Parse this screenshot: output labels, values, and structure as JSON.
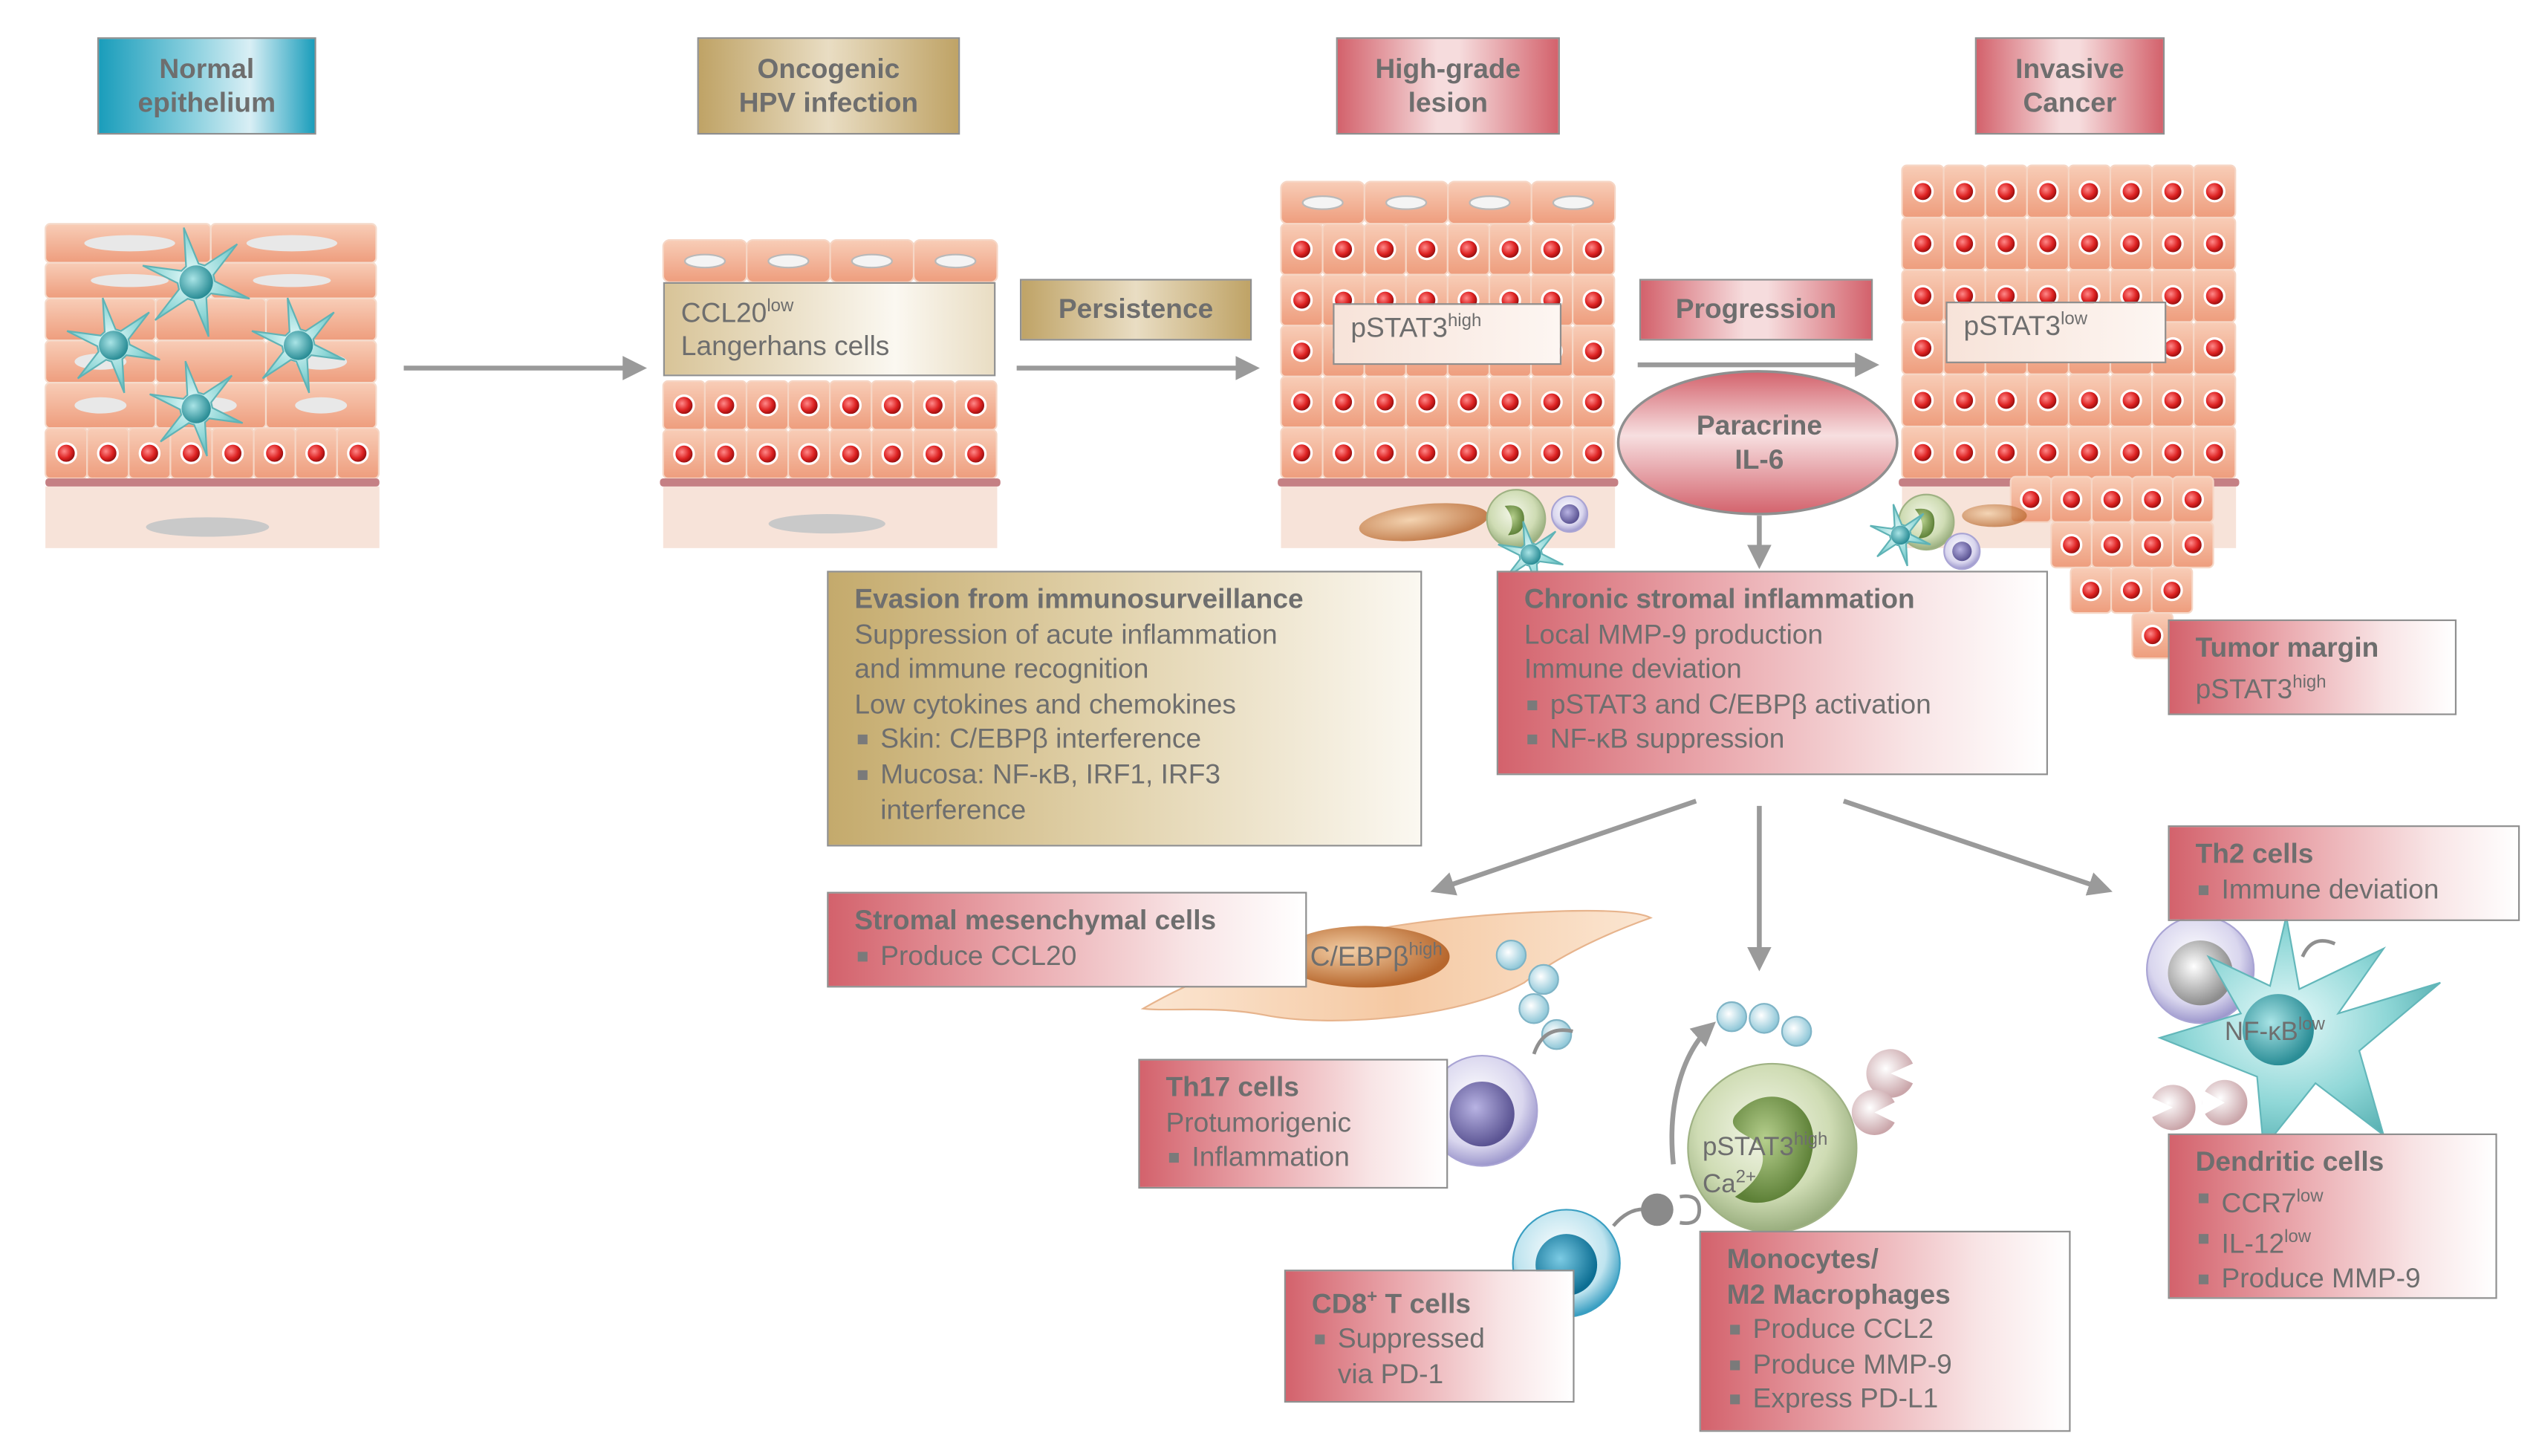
{
  "stages": {
    "normal": {
      "line1": "Normal",
      "line2": "epithelium"
    },
    "hpv": {
      "line1": "Oncogenic",
      "line2": "HPV infection"
    },
    "high_grade": {
      "line1": "High-grade",
      "line2": "lesion"
    },
    "invasive": {
      "line1": "Invasive",
      "line2": "Cancer"
    }
  },
  "transitions": {
    "persistence": "Persistence",
    "progression": "Progression"
  },
  "epithelium_labels": {
    "ccl20": "CCL20",
    "ccl20_sup": "low",
    "langerhans": "Langerhans cells",
    "pstat3_high": "pSTAT3",
    "pstat3_high_sup": "high",
    "pstat3_low": "pSTAT3",
    "pstat3_low_sup": "low"
  },
  "paracrine": {
    "line1": "Paracrine",
    "line2": "IL-6"
  },
  "evasion": {
    "title": "Evasion from immunosurveillance",
    "line1": "Suppression of acute inflammation",
    "line2": "and immune recognition",
    "line3": "Low cytokines and chemokines",
    "bullet1": "Skin: C/EBPβ interference",
    "bullet2a": "Mucosa: NF-κB, IRF1, IRF3",
    "bullet2b": "interference"
  },
  "chronic": {
    "title": "Chronic stromal inflammation",
    "line1": "Local MMP-9 production",
    "line2": "Immune deviation",
    "bullet1": "pSTAT3 and C/EBPβ activation",
    "bullet2": "NF-κB suppression"
  },
  "tumor_margin": {
    "title": "Tumor margin",
    "text": "pSTAT3",
    "sup": "high"
  },
  "stromal": {
    "title": "Stromal mesenchymal cells",
    "bullet1": "Produce CCL20"
  },
  "cebp": {
    "text": "C/EBPβ",
    "sup": "high"
  },
  "th17": {
    "title": "Th17 cells",
    "line1": "Protumorigenic",
    "bullet1": "Inflammation"
  },
  "cd8": {
    "title_main": "CD8",
    "title_sup": "+",
    "title_rest": " T cells",
    "bullet1a": "Suppressed",
    "bullet1b": "via PD-1"
  },
  "macrophage_cell": {
    "pstat": "pSTAT3",
    "pstat_sup": "high",
    "ca": "Ca",
    "ca_sup": "2+"
  },
  "monocytes": {
    "title1": "Monocytes/",
    "title2": "M2 Macrophages",
    "bullet1": "Produce CCL2",
    "bullet2": "Produce MMP-9",
    "bullet3": "Express PD-L1"
  },
  "th2": {
    "title": "Th2 cells",
    "bullet1": "Immune deviation"
  },
  "nfkb": {
    "text": "NF-κB",
    "sup": "low"
  },
  "dendritic": {
    "title": "Dendritic cells",
    "b1": "CCR7",
    "b1_sup": "low",
    "b2": "IL-12",
    "b2_sup": "low",
    "b3": "Produce MMP-9"
  },
  "colors": {
    "red_box": "#d3626c",
    "tan_box": "#c4aa6c",
    "normal_box": "#1a9dbb",
    "cell_fill": "#f2b89c",
    "nucleus": "#d42a2a",
    "langerhans": "#7fd0d0",
    "arrow": "#999999"
  }
}
